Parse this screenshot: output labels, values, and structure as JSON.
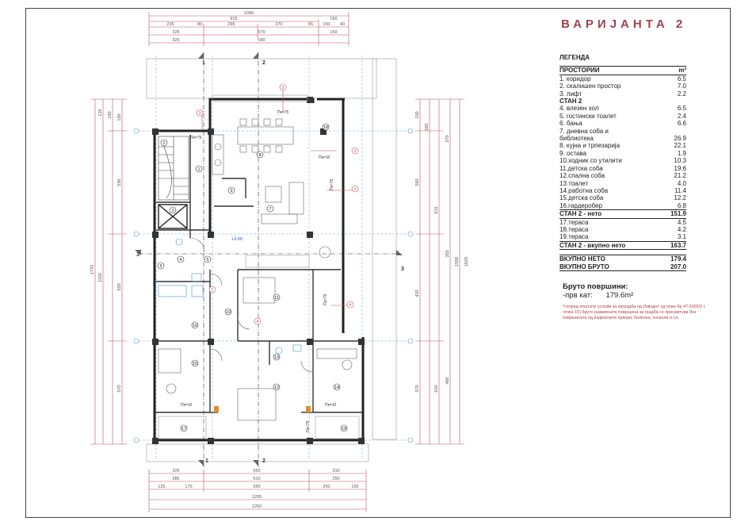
{
  "title": "ВАРИЈАНТА 2",
  "legend": {
    "heading": "ЛЕГЕНДА",
    "header": {
      "label": "ПРОСТОРИИ",
      "unit": "m²"
    },
    "common_rooms": [
      {
        "label": "1. коридор",
        "area": "6.5"
      },
      {
        "label": "2. скалишен простор",
        "area": "7.0"
      },
      {
        "label": "3. лифт",
        "area": "2.2"
      }
    ],
    "apartment_heading": "СТАН 2",
    "apartment_rooms": [
      {
        "label": "4. влезен хол",
        "area": "6.5"
      },
      {
        "label": "5. гостински тоалет",
        "area": "2.4"
      },
      {
        "label": "6. бања",
        "area": "6.6"
      },
      {
        "label": "7. дневна соба и",
        "area": ""
      },
      {
        "label": "библиотека",
        "area": "26.9"
      },
      {
        "label": "8. кујна и трпезарија",
        "area": "22.1"
      },
      {
        "label": "9. остава",
        "area": "1.9"
      },
      {
        "label": "10.ходник со утилити",
        "area": "10.3"
      },
      {
        "label": "11.детска соба",
        "area": "19.6"
      },
      {
        "label": "12.спална соба",
        "area": "21.2"
      },
      {
        "label": "13.тоалет",
        "area": "4.0"
      },
      {
        "label": "14.работна соба",
        "area": "11.4"
      },
      {
        "label": "15.детска соба",
        "area": "12.2"
      },
      {
        "label": "16.гардеробер",
        "area": "6.8"
      }
    ],
    "net_total": {
      "label": "СТАН 2 - нето",
      "area": "151.9"
    },
    "terraces": [
      {
        "label": "17.тераса",
        "area": "4.5"
      },
      {
        "label": "18.тераса",
        "area": "4.2"
      },
      {
        "label": "19.тераса",
        "area": "3.1"
      }
    ],
    "gross_total": {
      "label": "СТАН 2 - вкупно нето",
      "area": "163.7"
    },
    "grand_net": {
      "label": "ВКУПНО НЕТО",
      "area": "179.4"
    },
    "grand_gross": {
      "label": "ВКУПНО БРУТО",
      "area": "207.0"
    }
  },
  "bruto": {
    "title": "Бруто површини:",
    "line": "-прв кат:",
    "value": "179.6m²"
  },
  "note": "*според општите услови за изградба од Изводот од план бр.47-5265/2 ( точка 15) бруто развиената површина за градба се пресметува без површината од издвоените еркери, балкони, конзоли и сл.",
  "plan": {
    "dims_top_1": [
      "1090"
    ],
    "dims_top_2": [
      "915",
      "150"
    ],
    "dims_top_3": [
      "235",
      "80",
      "265",
      "270",
      "55",
      "150",
      "40"
    ],
    "dims_top_4": [
      "325",
      "570",
      "150"
    ],
    "dims_top_5": [
      "325",
      "590"
    ],
    "dims_bottom_1": [
      "325",
      "550",
      "310"
    ],
    "dims_bottom_2": [
      "285",
      "510",
      "250"
    ],
    "dims_bottom_3": [
      "125",
      "170",
      "550",
      "250",
      "150"
    ],
    "dims_bottom_4": [
      "1205"
    ],
    "dims_bottom_5": [
      "1250"
    ],
    "dims_left": [
      "120",
      "150",
      "150",
      "530",
      "1770",
      "1150",
      "520",
      "570"
    ],
    "dims_right": [
      "150",
      "260",
      "370",
      "615",
      "355",
      "560",
      "1550",
      "1620",
      "610",
      "480",
      "420",
      "570"
    ],
    "level_labels": [
      "Пк=75",
      "Пк=75",
      "Пк=10",
      "Пк=75",
      "Пк=10",
      "Пк=10",
      "Пк=75",
      "Пк=75"
    ],
    "elevation": "+3.00",
    "section_marks": [
      "1",
      "2",
      "3",
      "3",
      "1",
      "2"
    ],
    "room_numbers": [
      "1",
      "2",
      "3",
      "4",
      "5",
      "6",
      "7",
      "8",
      "9",
      "10",
      "11",
      "12",
      "13",
      "14",
      "15",
      "16",
      "17",
      "18",
      "19"
    ],
    "column_marks": [
      "3",
      "3",
      "3",
      "3",
      "4",
      "4",
      "2"
    ]
  }
}
